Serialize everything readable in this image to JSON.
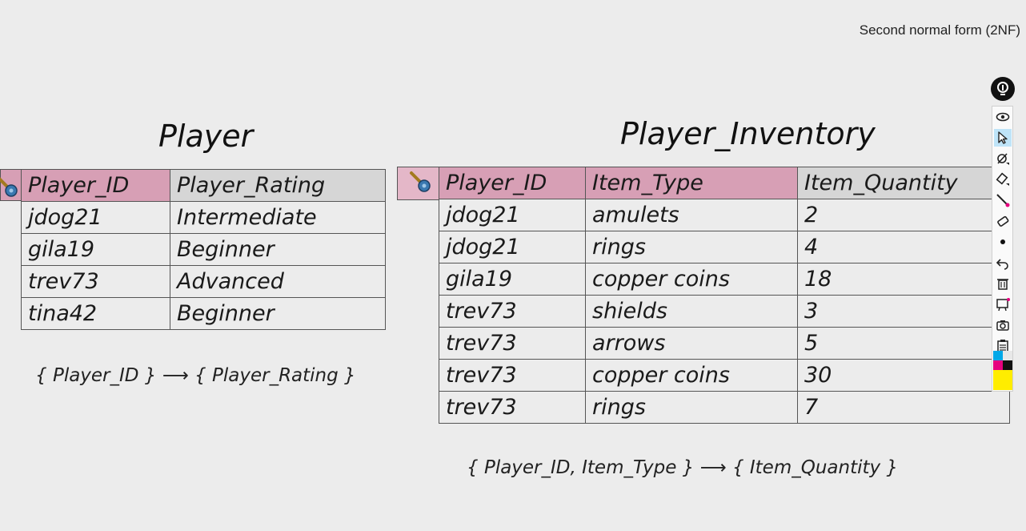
{
  "section_label": "Second normal form (2NF)",
  "player": {
    "title": "Player",
    "columns": [
      "Player_ID",
      "Player_Rating"
    ],
    "rows": [
      [
        "jdog21",
        "Intermediate"
      ],
      [
        "gila19",
        "Beginner"
      ],
      [
        "trev73",
        "Advanced"
      ],
      [
        "tina42",
        "Beginner"
      ]
    ],
    "dependency": "{ Player_ID } ⟶ { Player_Rating }"
  },
  "inventory": {
    "title": "Player_Inventory",
    "columns": [
      "Player_ID",
      "Item_Type",
      "Item_Quantity"
    ],
    "rows": [
      [
        "jdog21",
        "amulets",
        "2"
      ],
      [
        "jdog21",
        "rings",
        "4"
      ],
      [
        "gila19",
        "copper coins",
        "18"
      ],
      [
        "trev73",
        "shields",
        "3"
      ],
      [
        "trev73",
        "arrows",
        "5"
      ],
      [
        "trev73",
        "copper coins",
        "30"
      ],
      [
        "trev73",
        "rings",
        "7"
      ]
    ],
    "dependency": "{ Player_ID, Item_Type } ⟶ { Item_Quantity }"
  },
  "colors": {
    "primary_key_highlight": "#d79fb5",
    "header_fill": "#d6d6d6",
    "background": "#ececec"
  },
  "toolbar": {
    "tools": [
      "eye-icon",
      "pointer-icon",
      "pen-icon",
      "highlighter-icon",
      "line-icon",
      "eraser-icon",
      "dot-icon",
      "undo-icon",
      "trash-icon",
      "board-icon",
      "camera-icon",
      "clipboard-icon"
    ],
    "active_tool": "pointer-icon",
    "swatches": [
      "#00a8e8",
      "#e8e8e8",
      "#e6007e",
      "#111111",
      "#ffed00",
      "#ffed00"
    ]
  }
}
